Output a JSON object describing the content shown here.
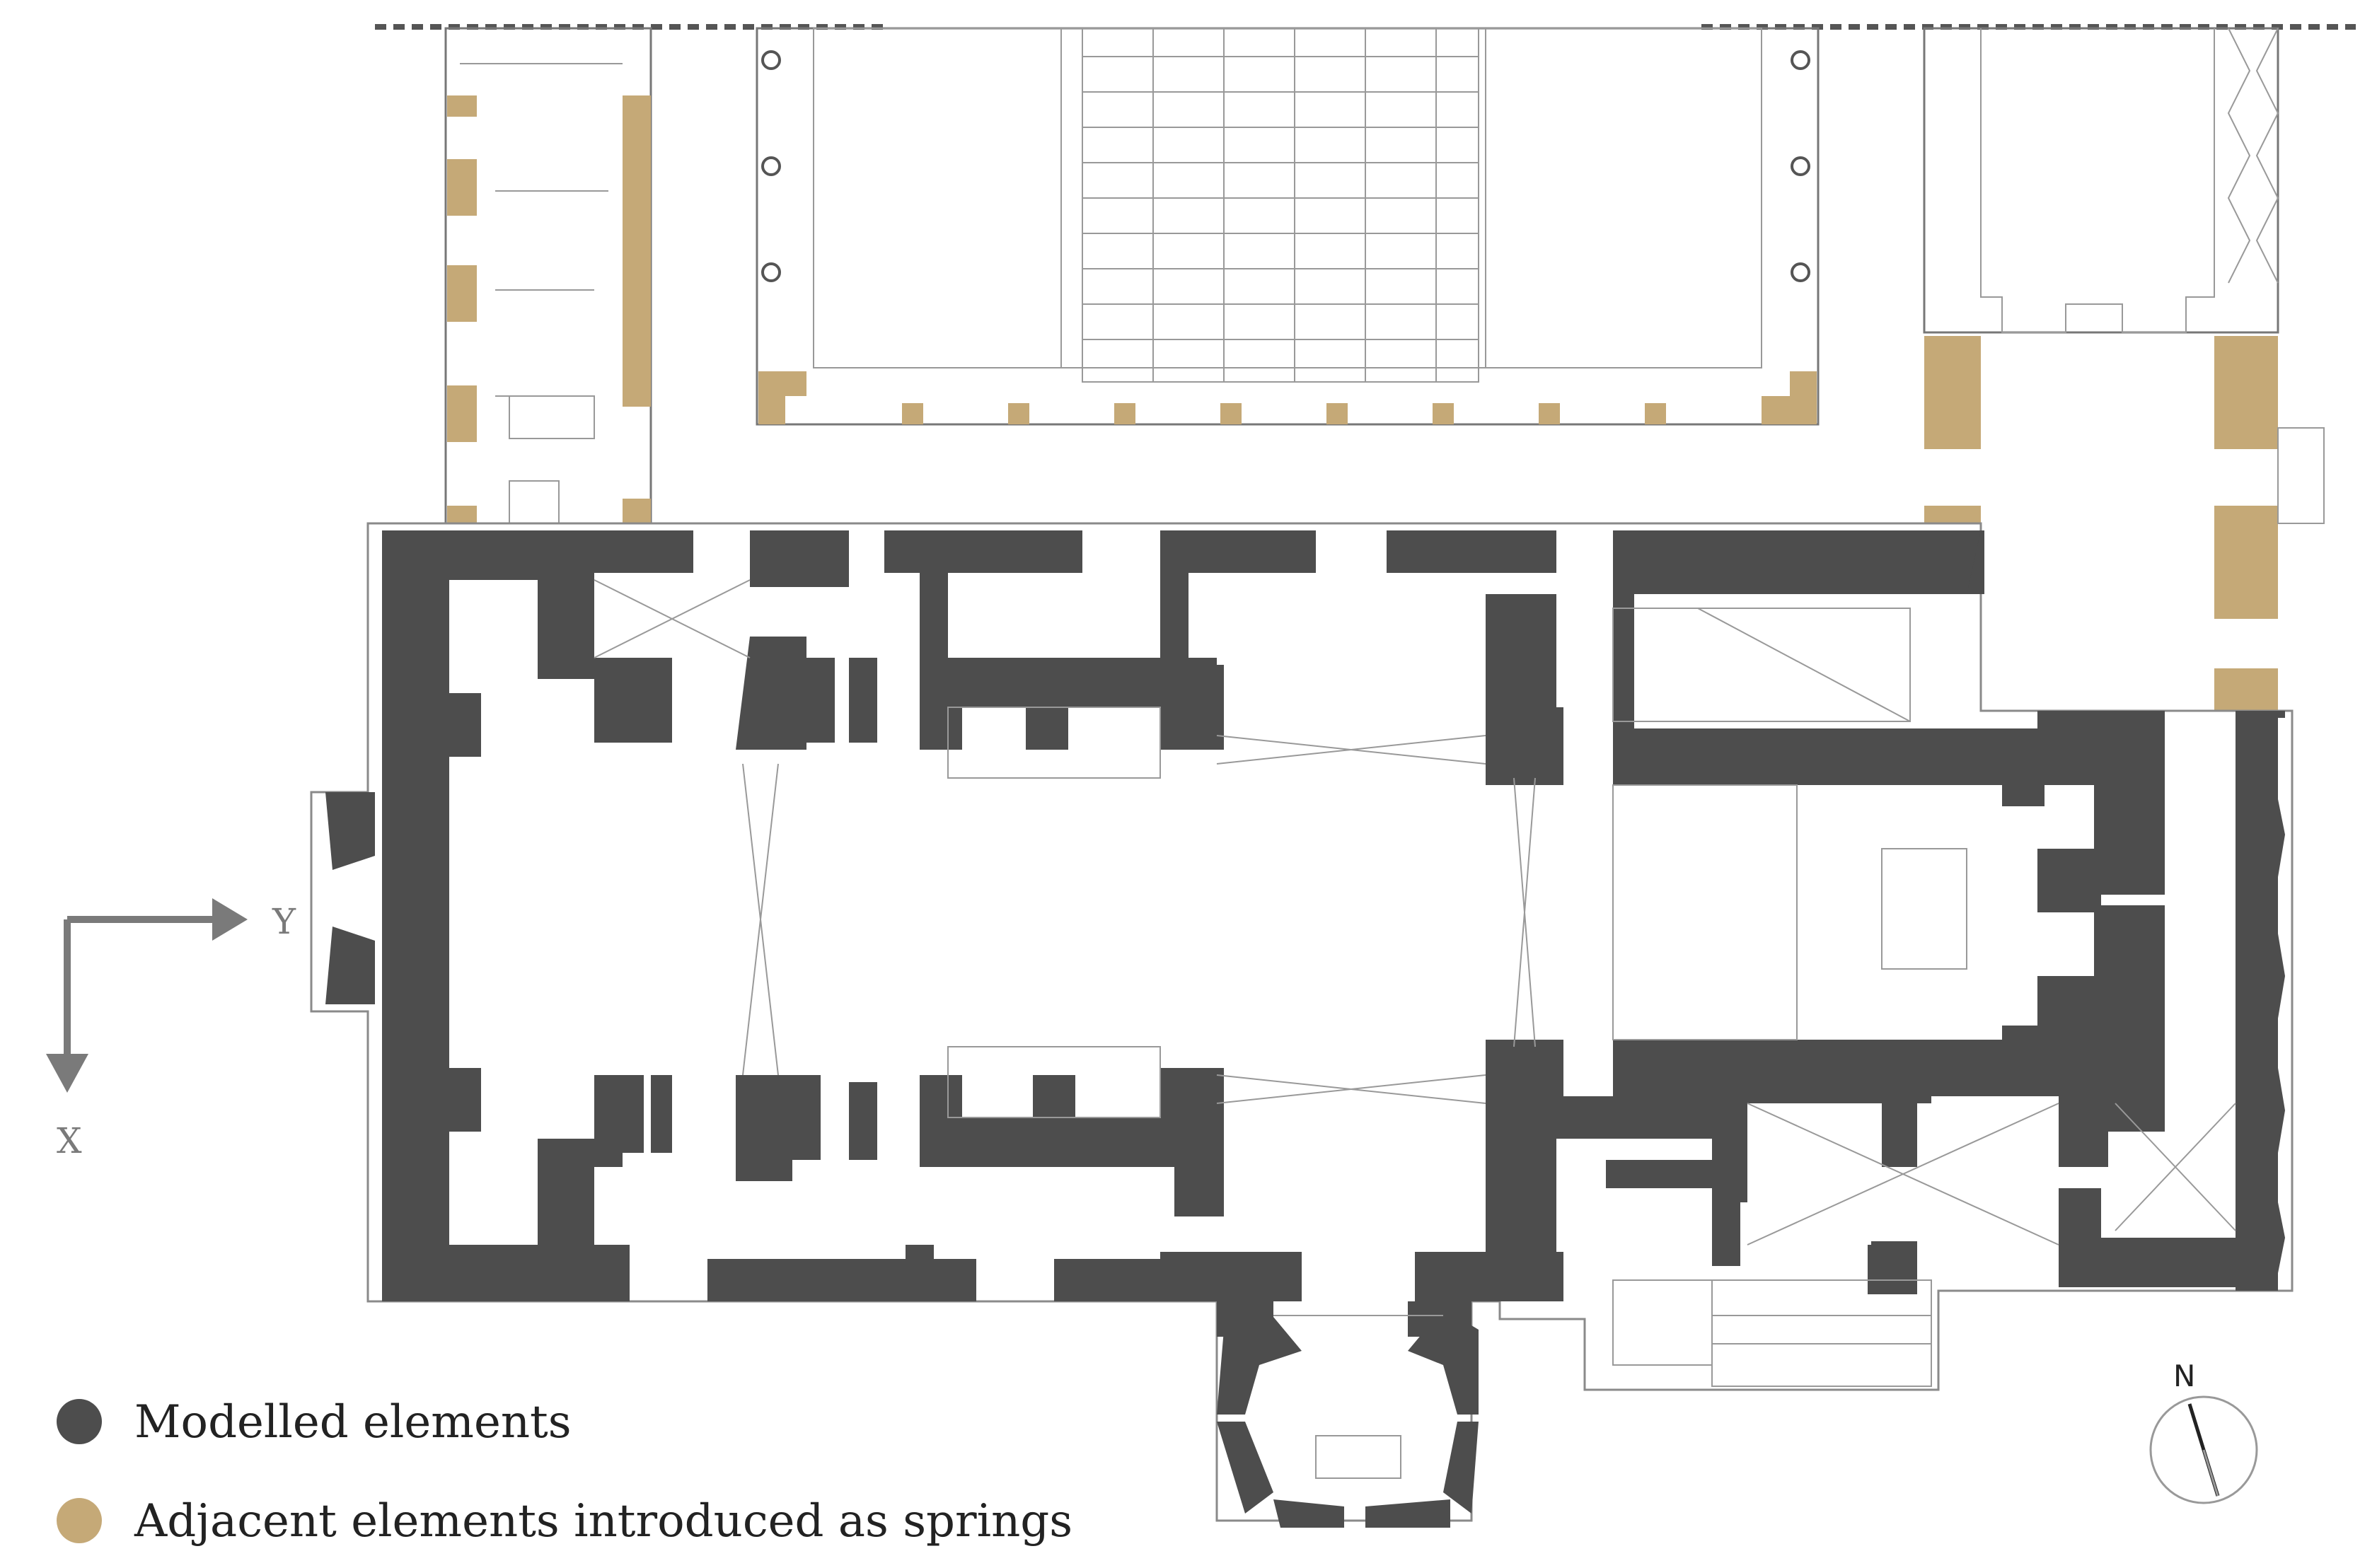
{
  "axes": {
    "y_label": "Y",
    "x_label": "X"
  },
  "legend": {
    "items": [
      {
        "label": "Modelled elements",
        "color": "#4d4d4d"
      },
      {
        "label": "Adjacent elements introduced as springs",
        "color": "#c5a977"
      }
    ]
  },
  "north": {
    "label": "N"
  },
  "colors": {
    "modelled": "#4d4d4d",
    "spring": "#c5a977",
    "linework": "#777777"
  }
}
